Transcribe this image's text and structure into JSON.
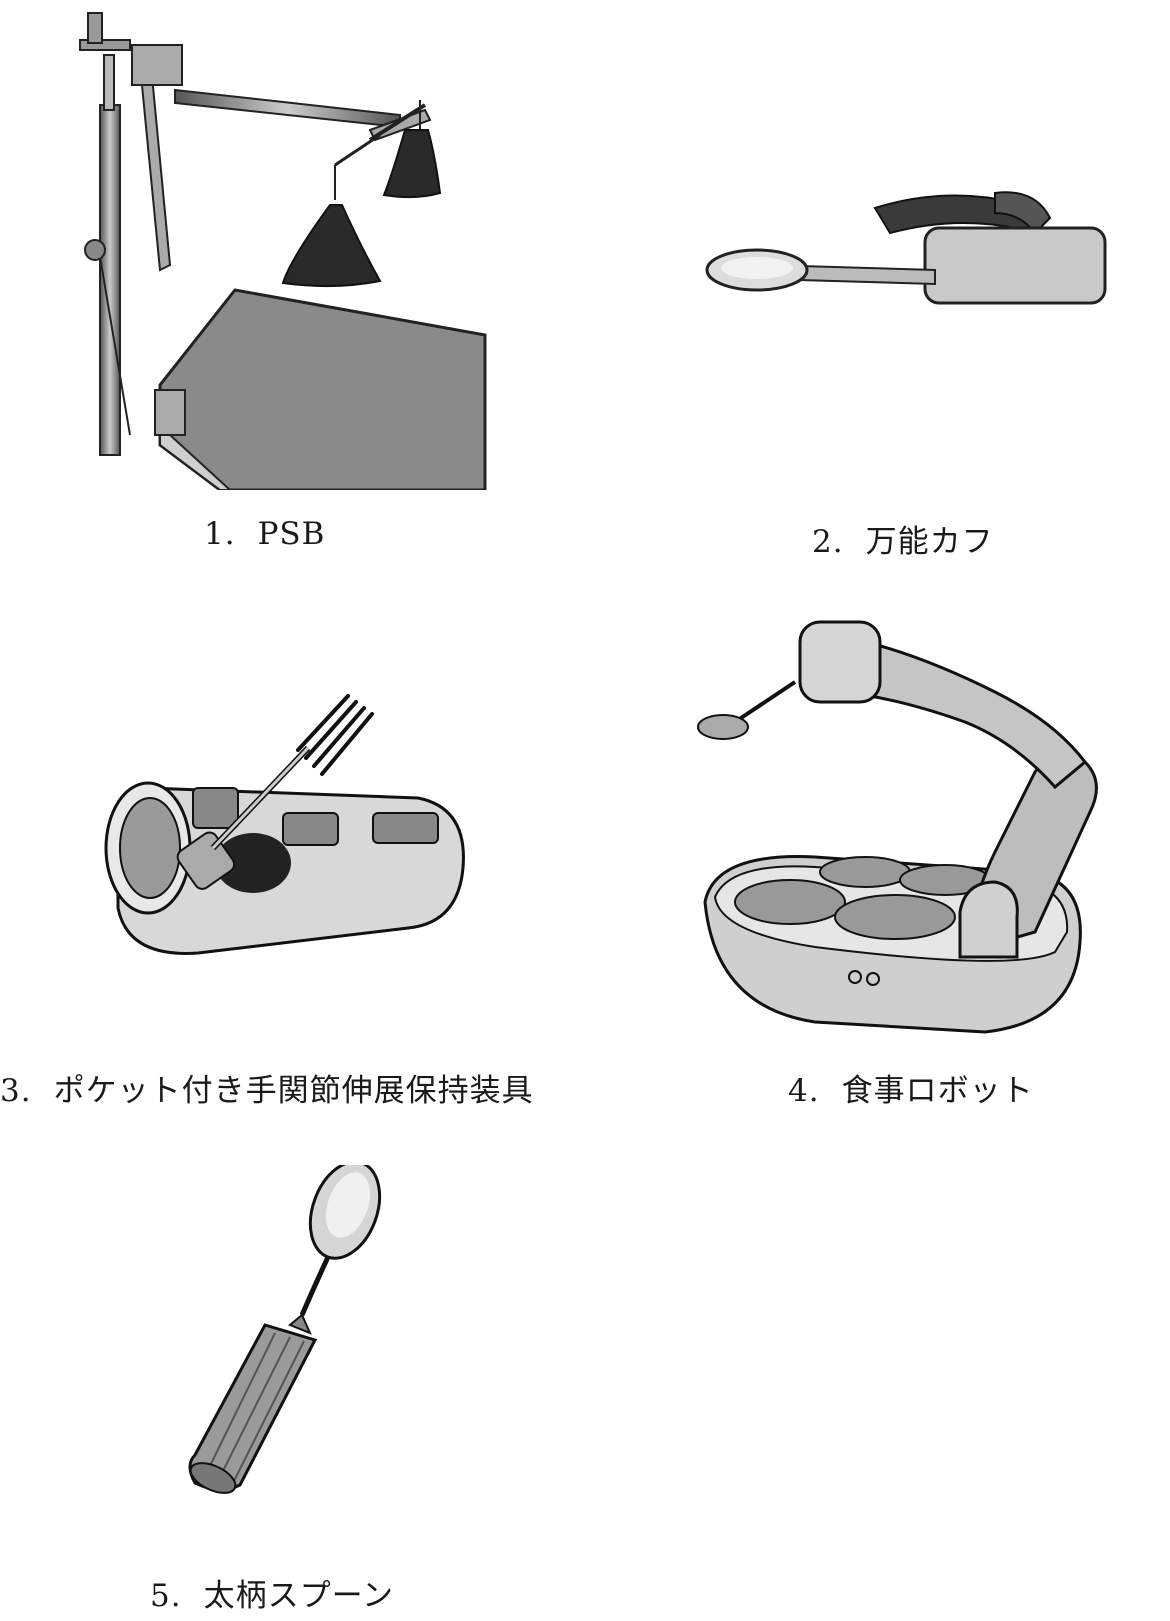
{
  "items": [
    {
      "number": "1.",
      "label": "PSB",
      "icon": "psb-arm-support-illustration"
    },
    {
      "number": "2.",
      "label": "万能カフ",
      "icon": "universal-cuff-spoon-illustration"
    },
    {
      "number": "3.",
      "label": "ポケット付き手関節伸展保持装具",
      "icon": "wrist-orthosis-fork-illustration"
    },
    {
      "number": "4.",
      "label": "食事ロボット",
      "icon": "meal-robot-illustration"
    },
    {
      "number": "5.",
      "label": "太柄スプーン",
      "icon": "thick-handle-spoon-illustration"
    }
  ]
}
